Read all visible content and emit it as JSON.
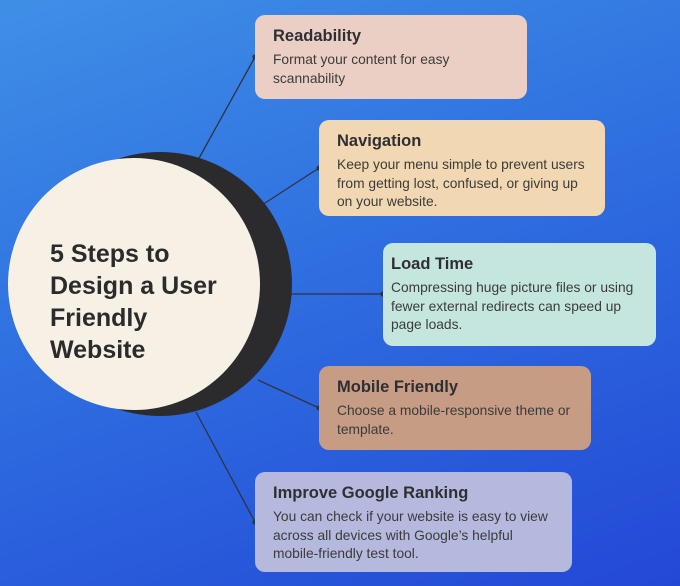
{
  "hub": {
    "title": "5 Steps to\nDesign a User\nFriendly\nWebsite"
  },
  "steps": [
    {
      "title": "Readability",
      "text": "Format your content for easy scannability"
    },
    {
      "title": "Navigation",
      "text": "Keep your menu simple to prevent users from getting lost, confused, or giving up on your website."
    },
    {
      "title": "Load Time",
      "text": "Compressing huge picture files or using fewer external redirects can speed up page loads."
    },
    {
      "title": "Mobile Friendly",
      "text": "Choose a mobile-responsive theme or template."
    },
    {
      "title": "Improve Google Ranking",
      "text": "You can check if your website is easy to view across all devices with Google’s helpful mobile-friendly test tool."
    }
  ],
  "colors": {
    "background_top": "#3f8fe6",
    "background_bottom": "#2348d6",
    "hub": "#f6f1e4",
    "hub_shadow": "#2b2b2e",
    "cards": [
      "#ebcfc5",
      "#f2d8b2",
      "#c4e6de",
      "#c79c84",
      "#b5b9de"
    ]
  }
}
